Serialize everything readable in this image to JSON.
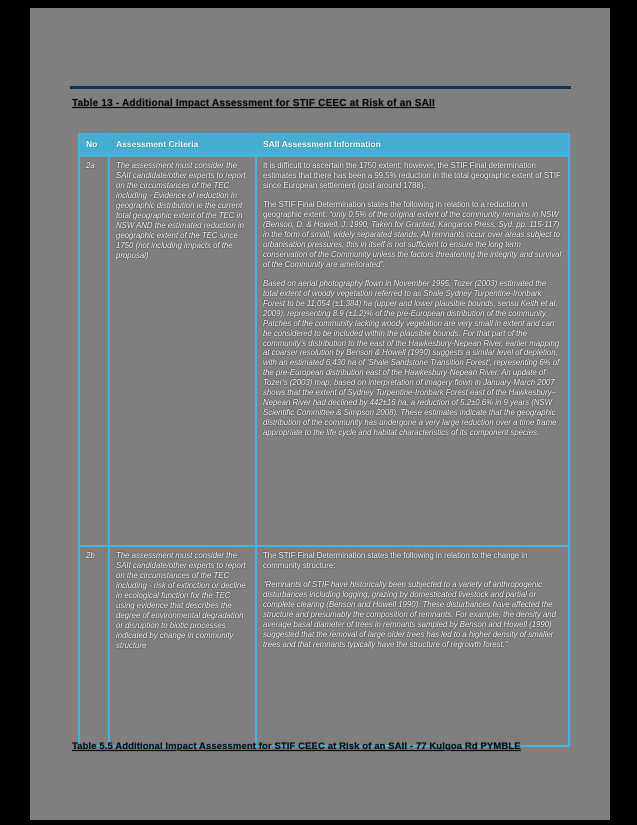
{
  "document": {
    "title": "Table 13 - Additional Impact Assessment for STIF CEEC at Risk of an SAII",
    "caption": "Table 5.5 Additional Impact Assessment for STIF CEEC at Risk of an SAII - 77 Kulgoa Rd PYMBLE"
  },
  "colors": {
    "canvas_background": "#000000",
    "page_background": "#7f7f7f",
    "top_rule": "#17365d",
    "table_header_fill": "#46aed2",
    "table_border": "#3db4de",
    "header_text": "#ffffff",
    "body_text": "#f4f4f4",
    "title_text": "#0e0e0e"
  },
  "table": {
    "headers": [
      "No",
      "Assessment Criteria",
      "SAII Assessment Information"
    ],
    "rows": [
      {
        "no": "2a",
        "criteria": "The assessment must consider the SAII candidate/other experts to report on the circumstances of the TEC including - Evidence of reduction in geographic distribution ie the current total geographic extent of the TEC in NSW AND the estimated reduction in geographic extent of the TEC since 1750 (not including impacts of the proposal)",
        "info": [
          {
            "parts": [
              {
                "text": "It is difficult to ascertain the 1750 extent; however, the STIF Final determination estimates that there has been a 99.5% reduction in the total geographic extent of STIF since European settlement (post around 1788).",
                "italic": false
              }
            ]
          },
          {
            "parts": [
              {
                "text": "The STIF Final Determination states the following in relation to a reduction in geographic extent: ",
                "italic": false
              },
              {
                "text": "“only 0.5% of the original extent of the community remains in NSW (Benson, D. & Howell, J. 1990, Taken for Granted, Kangaroo Press, Syd. pp. 115-117) in the form of small, widely separated stands. All remnants occur over areas subject to urbanisation pressures, this in itself is not sufficient to ensure the long term conservation of the Community unless the factors threatening the integrity and survival of the Community are ameliorated”.",
                "italic": true
              }
            ]
          },
          {
            "parts": [
              {
                "text": "Based on aerial photography flown in November 1995, Tozer (2003) estimated the total extent of woody vegetation referred to as Shale Sydney Turpentine-Ironbark Forest to be 11,054 (±1,384) ha (upper and lower plausible bounds, sensu Keith et al. 2009), representing 8.9 (±1.2)% of the pre-European distribution of the community. Patches of the community lacking woody vegetation are very small in extent and can be considered to be included within the plausible bounds. For that part of the community's distribution to the east of the Hawkesbury-Nepean River, earlier mapping at coarser resolution by Benson & Howell (1990) suggests a similar level of depletion, with an estimated 6,430 ha of 'Shale Sandstone Transition Forest', representing 6% of the pre-European distribution east of the Hawkesbury-Nepean River. An update of Tozer's (2003) map, based on interpretation of imagery flown in January-March 2007 shows that the extent of Sydney Turpentine-Ironbark Forest east of the Hawkesbury–Nepean River had declined by 442±16 ha, a reduction of 5.2±0.6% in 9 years (NSW Scientific Committee & Simpson 2008). These estimates indicate that the geographic distribution of the community has undergone a very large reduction over a time frame appropriate to the life cycle and habitat characteristics of its component species.",
                "italic": true
              }
            ]
          }
        ]
      },
      {
        "no": "2b",
        "criteria": "The assessment must consider the SAII candidate/other experts to report on the circumstances of the TEC including - risk of extinction or decline in ecological function for the TEC using evidence that describes the degree of environmental degradation or disruption to biotic processes indicated by change in community structure",
        "info": [
          {
            "parts": [
              {
                "text": "The STIF Final Determination states the following in relation to the change in community structure:",
                "italic": false
              }
            ]
          },
          {
            "parts": [
              {
                "text": "“Remnants of STIF have historically been subjected to a variety of anthropogenic disturbances including logging, grazing by domesticated livestock and partial or complete clearing (Benson and Howell 1990). These disturbances have affected the structure and presumably the composition of remnants. For example, the density and average basal diameter of trees in remnants sampled by Benson and Howell (1990) suggested that the removal of large older trees has led to a higher density of smaller trees and that remnants typically have the structure of regrowth forest.”",
                "italic": true
              }
            ]
          }
        ]
      }
    ]
  }
}
